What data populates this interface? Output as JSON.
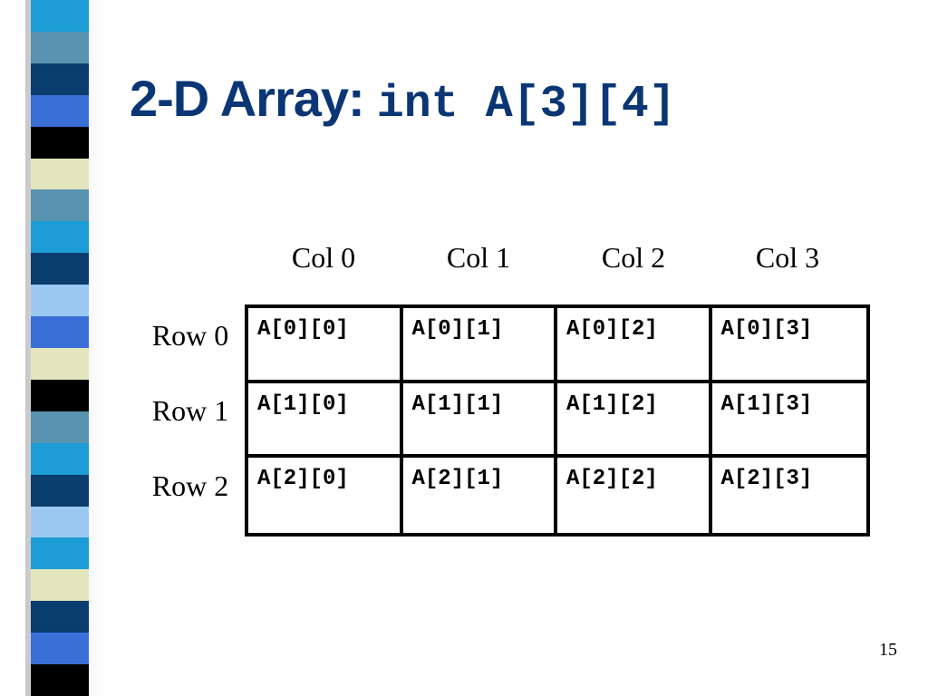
{
  "slide": {
    "title_prefix": "2-D Array:",
    "title_code": "int A[3][4]",
    "title_color": "#0a3675",
    "page_number": "15"
  },
  "table": {
    "column_headers": [
      "Col 0",
      "Col 1",
      "Col 2",
      "Col 3"
    ],
    "row_headers": [
      "Row 0",
      "Row 1",
      "Row 2"
    ],
    "cells": [
      [
        "A[0][0]",
        "A[0][1]",
        "A[0][2]",
        "A[0][3]"
      ],
      [
        "A[1][0]",
        "A[1][1]",
        "A[1][2]",
        "A[1][3]"
      ],
      [
        "A[2][0]",
        "A[2][1]",
        "A[2][2]",
        "A[2][3]"
      ]
    ]
  },
  "decoration": {
    "stripe_colors": [
      "#1c9dd6",
      "#5a93b0",
      "#0a3c6e",
      "#3a6fd8",
      "#000000",
      "#e3e5bd",
      "#5a93b0",
      "#1c9dd6",
      "#0a3c6e",
      "#9cc9f2",
      "#3a6fd8",
      "#e3e5bd",
      "#000000",
      "#5a93b0",
      "#1c9dd6",
      "#0a3c6e",
      "#9cc9f2",
      "#1c9dd6",
      "#e3e5bd",
      "#0a3c6e",
      "#3a6fd8",
      "#000000"
    ]
  }
}
